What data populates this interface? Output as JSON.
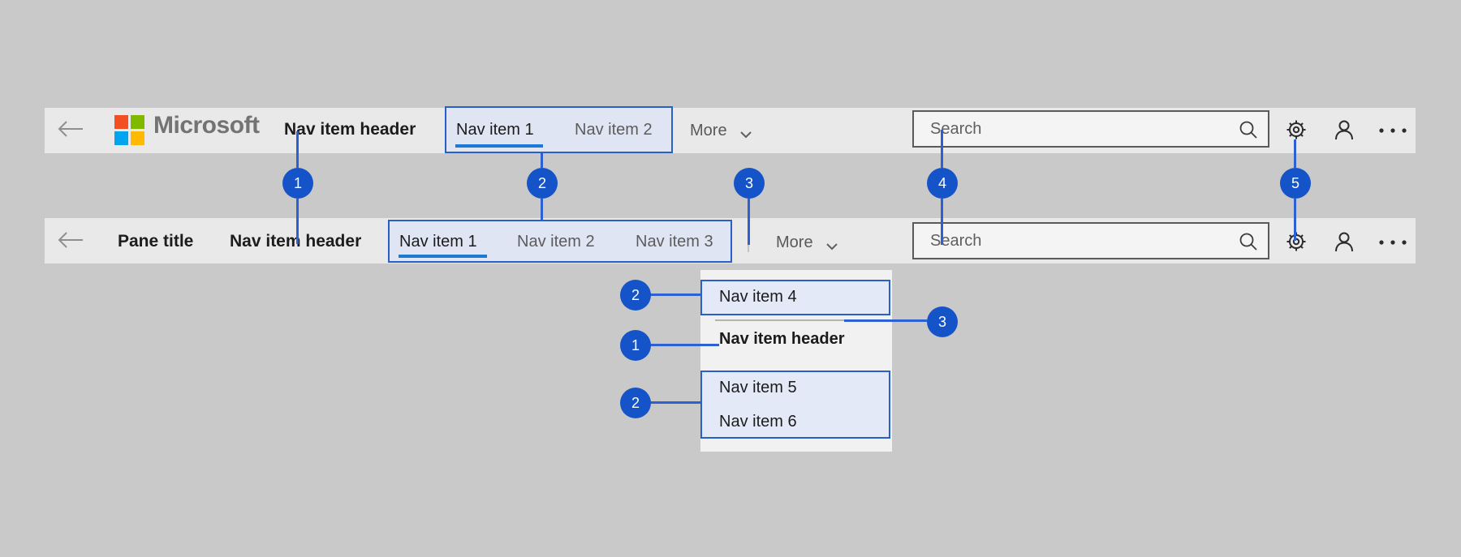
{
  "top_bar": {
    "logo_text": "Microsoft",
    "nav_item_header": "Nav item header",
    "nav_items": [
      "Nav item 1",
      "Nav item 2"
    ],
    "more_label": "More",
    "search_placeholder": "Search"
  },
  "pane_bar": {
    "pane_title": "Pane title",
    "nav_item_header": "Nav item header",
    "nav_items": [
      "Nav item 1",
      "Nav item 2",
      "Nav item 3"
    ],
    "more_label": "More",
    "search_placeholder": "Search"
  },
  "overflow_menu": {
    "item4": "Nav item 4",
    "header": "Nav item header",
    "item5": "Nav item 5",
    "item6": "Nav item 6"
  },
  "callouts": {
    "top_row": [
      "1",
      "2",
      "3",
      "4",
      "5"
    ],
    "menu_item4": "2",
    "menu_header": "1",
    "menu_items56": "2",
    "menu_separator": "3"
  },
  "icons": {
    "back": "arrow-left-icon",
    "search": "magnifier-icon",
    "settings": "gear-icon",
    "account": "person-icon",
    "overflow": "ellipsis-icon",
    "more": "chevron-down-icon"
  },
  "colors": {
    "annotation_border_blue": "#2a5fc8",
    "callout_badge_blue": "#1453c8",
    "selected_underline_blue": "#1b7ad8",
    "bar_background": "#e9e9e9",
    "page_background": "#c9c9c9",
    "menu_background": "#f1f1f1",
    "logo_red": "#f25022",
    "logo_green": "#7fba00",
    "logo_blue": "#00a4ef",
    "logo_yellow": "#ffb900"
  }
}
